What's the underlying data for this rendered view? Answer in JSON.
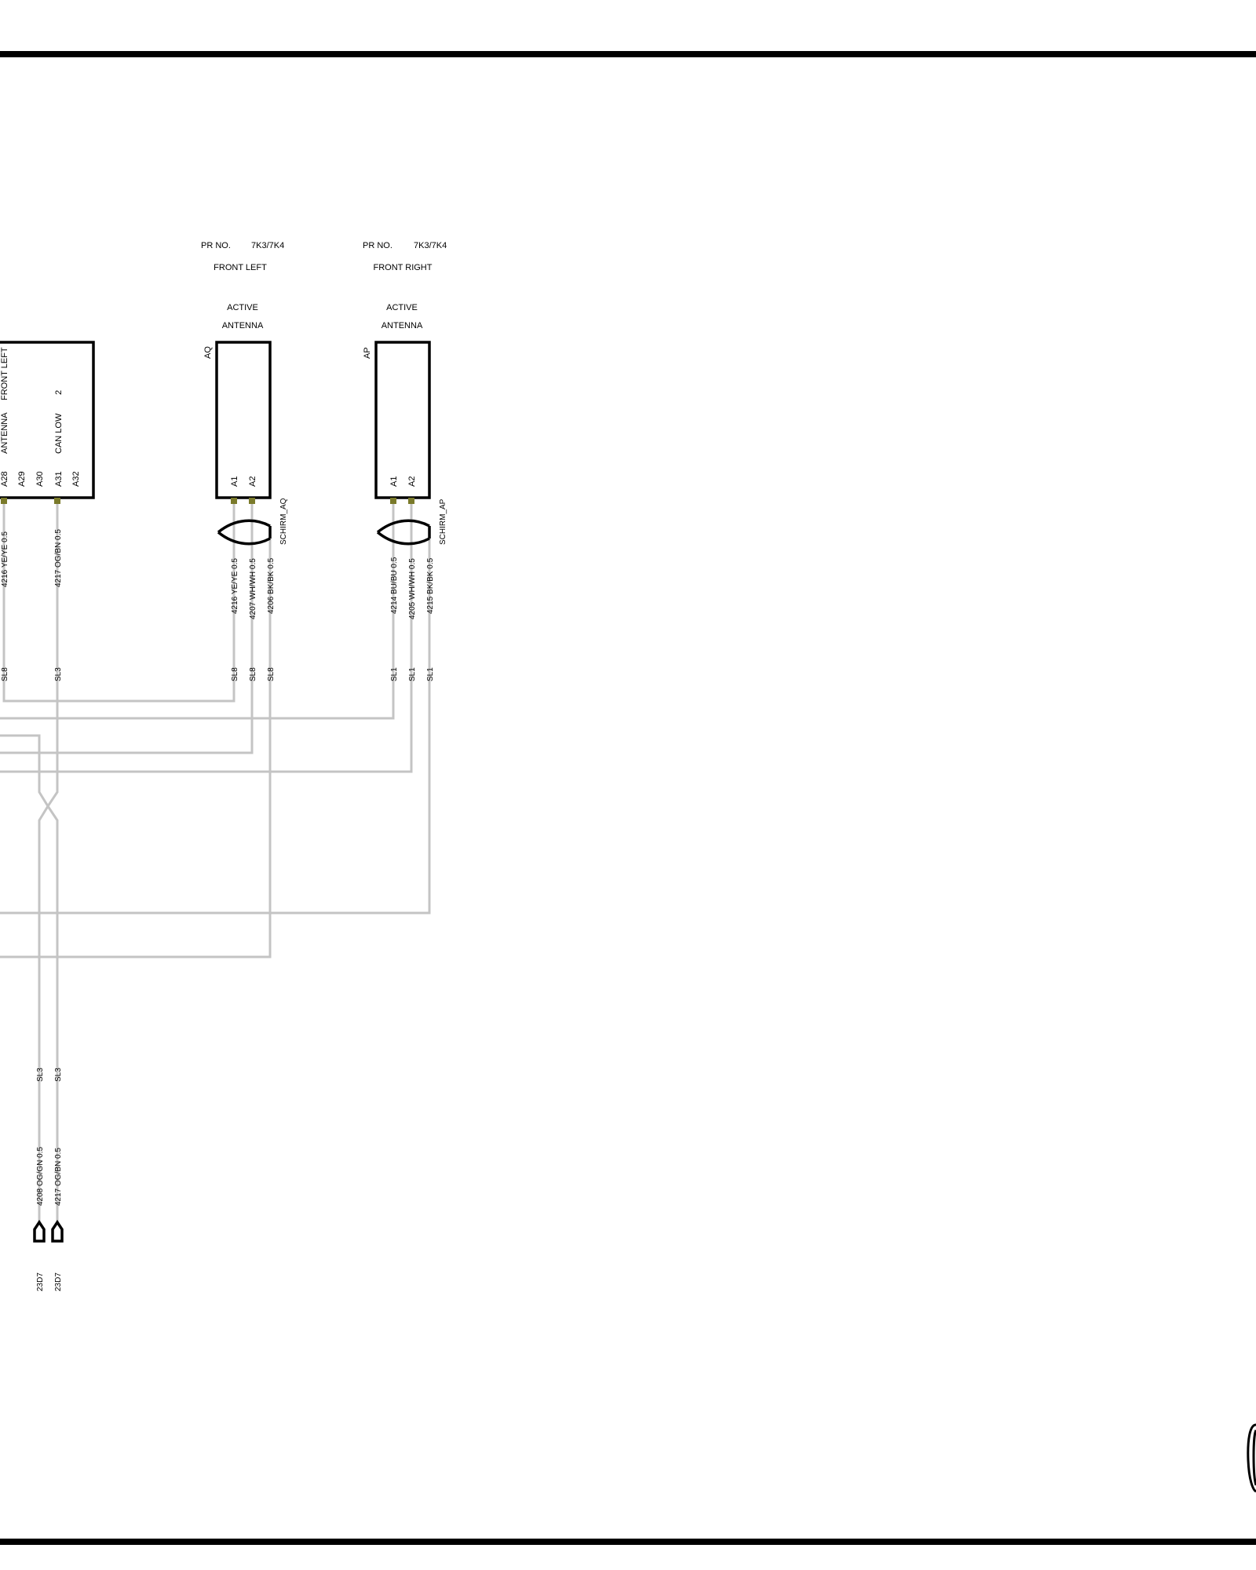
{
  "components": {
    "left_module": {
      "side_labels": [
        "ANTENNA",
        "FRONT LEFT",
        "CAN LOW",
        "2"
      ],
      "pins": [
        "A28",
        "A29",
        "A30",
        "A31",
        "A32"
      ]
    },
    "front_left": {
      "pr_label": "PR NO.",
      "pr_value": "7K3/7K4",
      "position": "FRONT LEFT",
      "type_line1": "ACTIVE",
      "type_line2": "ANTENNA",
      "id": "AQ",
      "pins": [
        "A1",
        "A2"
      ],
      "shield": "SCHIRM_AQ"
    },
    "front_right": {
      "pr_label": "PR NO.",
      "pr_value": "7K3/7K4",
      "position": "FRONT RIGHT",
      "type_line1": "ACTIVE",
      "type_line2": "ANTENNA",
      "id": "AP",
      "pins": [
        "A1",
        "A2"
      ],
      "shield": "SCHIRM_AP"
    }
  },
  "wires": {
    "w4216_left": "4216 YE/YE 0.5",
    "w4217_left": "4217 OG/BN 0.5",
    "w4216": "4216 YE/YE 0.5",
    "w4207": "4207 WH/WH 0.5",
    "w4206": "4206 BK/BK 0.5",
    "w4214": "4214 BU/BU 0.5",
    "w4205": "4205 WH/WH 0.5",
    "w4215": "4215 BK/BK 0.5",
    "w4208_bottom": "4208 OG/GN 0.5",
    "w4217_bottom": "4217 OG/BN 0.5"
  },
  "splices": {
    "sl8": "SL8",
    "sl3": "SL3",
    "sl1": "SL1"
  },
  "references": {
    "ref1": "23D7",
    "ref2": "23D7"
  }
}
